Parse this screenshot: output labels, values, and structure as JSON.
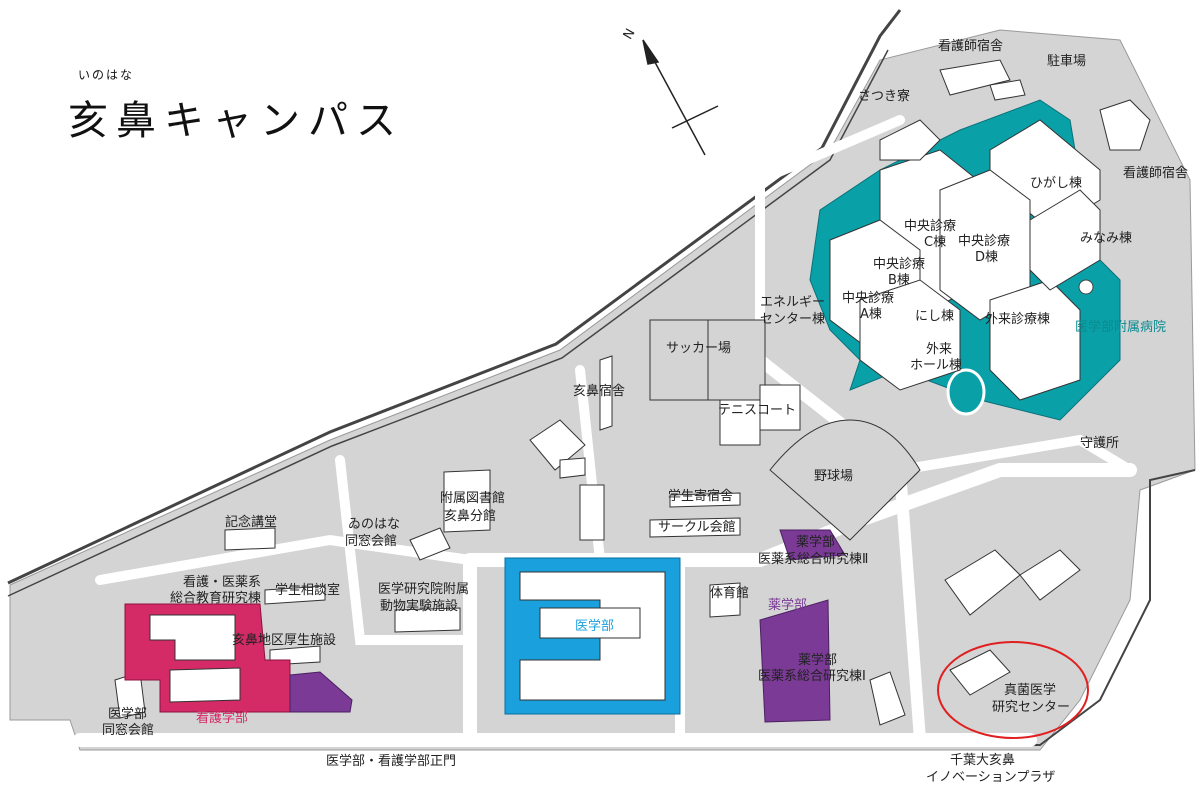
{
  "title": "亥鼻キャンパス",
  "title_ruby": "いのはな",
  "compass": {
    "north": "N"
  },
  "colors": {
    "ground": "#d4d4d4",
    "road": "#ffffff",
    "building": "#ffffff",
    "hospital": "#0aa0a8",
    "medicine": "#1aa0dc",
    "nursing": "#d42a66",
    "pharmacy": "#7a3a96",
    "highlight": "#e02020"
  },
  "areas": {
    "hospital": "医学部附属病院",
    "medicine": "医学部",
    "nursing": "看護学部",
    "pharmacy": "薬学部"
  },
  "labels": {
    "nurse_dorm_top": "看護師宿舎",
    "parking": "駐車場",
    "satsuki": "さつき寮",
    "higashi": "ひがし棟",
    "nurse_dorm_right": "看護師宿舎",
    "chuo_c_1": "中央診療",
    "chuo_c_2": "C棟",
    "chuo_d_1": "中央診療",
    "chuo_d_2": "D棟",
    "minami": "みなみ棟",
    "chuo_b_1": "中央診療",
    "chuo_b_2": "B棟",
    "energy_1": "エネルギー",
    "energy_2": "センター棟",
    "chuo_a_1": "中央診療",
    "chuo_a_2": "A棟",
    "nishi": "にし棟",
    "gairai": "外来診療棟",
    "hall_1": "外来",
    "hall_2": "ホール棟",
    "soccer": "サッカー場",
    "inohana_dorm": "亥鼻宿舎",
    "tennis": "テニスコート",
    "guard": "守護所",
    "baseball": "野球場",
    "library_1": "附属図書館",
    "library_2": "亥鼻分館",
    "student_dorm": "学生寄宿舎",
    "circle": "サークル会館",
    "kinen": "記念講堂",
    "alumni_1": "ゐのはな",
    "alumni_2": "同窓会館",
    "yaku2_1": "薬学部",
    "yaku2_2": "医薬系総合研究棟Ⅱ",
    "nursing_edu_1": "看護・医薬系",
    "nursing_edu_2": "総合教育研究棟",
    "student_consult": "学生相談室",
    "animal_1": "医学研究院附属",
    "animal_2": "動物実験施設",
    "gym": "体育館",
    "welfare": "亥鼻地区厚生施設",
    "yaku1_1": "薬学部",
    "yaku1_2": "医薬系総合研究棟Ⅰ",
    "shinkin_1": "真菌医学",
    "shinkin_2": "研究センター",
    "med_alumni_1": "医学部",
    "med_alumni_2": "同窓会館",
    "main_gate": "医学部・看護学部正門",
    "plaza_1": "千葉大亥鼻",
    "plaza_2": "イノベーションプラザ"
  }
}
